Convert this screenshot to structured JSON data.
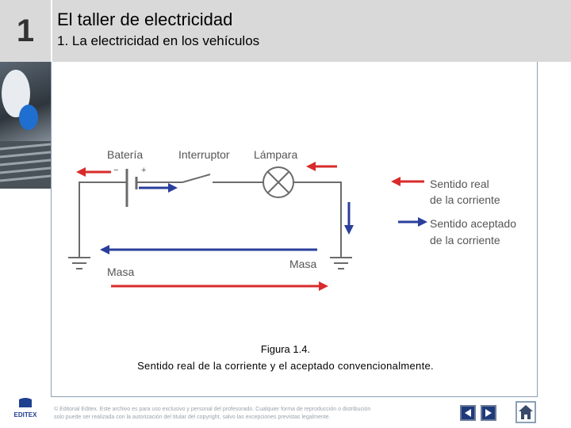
{
  "header": {
    "chapter_number": "1",
    "title": "El taller de electricidad",
    "subtitle": "1. La electricidad en los vehículos"
  },
  "diagram": {
    "label_bateria": "Batería",
    "label_interruptor": "Interruptor",
    "label_lampara": "Lámpara",
    "label_minus": "−",
    "label_plus": "+",
    "label_masa_left": "Masa",
    "label_masa_right": "Masa",
    "legend_real_l1": "Sentido real",
    "legend_real_l2": "de la corriente",
    "legend_aceptado_l1": "Sentido aceptado",
    "legend_aceptado_l2": "de la corriente",
    "colors": {
      "real": "#d92b2b",
      "aceptado": "#2a3f9c",
      "wire": "#6b6b6b",
      "text": "#555555"
    }
  },
  "caption": {
    "line1": "Figura 1.4.",
    "line2": "Sentido real de la corriente y el aceptado convencionalmente."
  },
  "footer": {
    "logo_text": "EDITEX",
    "copyright_l1": "© Editorial Editex. Este archivo es para uso exclusivo y personal del profesorado. Cualquier forma de reproducción o distribución",
    "copyright_l2": "solo puede ser realizada con la autorización del titular del copyright, salvo las excepciones previstas legalmente."
  }
}
